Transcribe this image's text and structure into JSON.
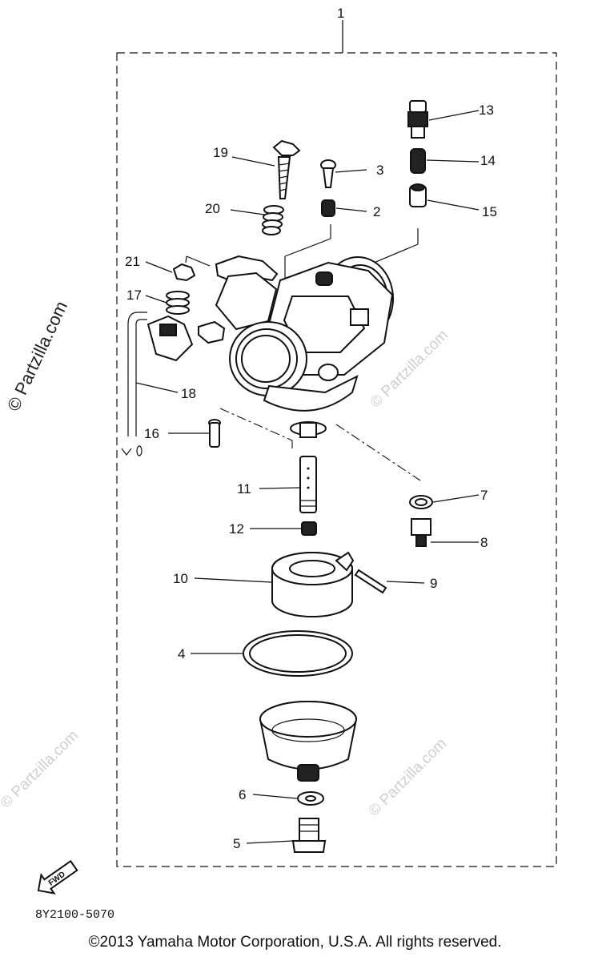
{
  "diagram": {
    "assembly_number": "1",
    "callouts": [
      "2",
      "3",
      "4",
      "5",
      "6",
      "7",
      "8",
      "9",
      "10",
      "11",
      "12",
      "13",
      "14",
      "15",
      "16",
      "17",
      "18",
      "19",
      "20",
      "21"
    ],
    "fwd_label": "FWD",
    "diagram_code": "8Y2100-5070"
  },
  "watermarks": {
    "text": "© Partzilla.com"
  },
  "footer": {
    "copyright": "©2013 Yamaha Motor Corporation, U.S.A. All rights reserved."
  }
}
